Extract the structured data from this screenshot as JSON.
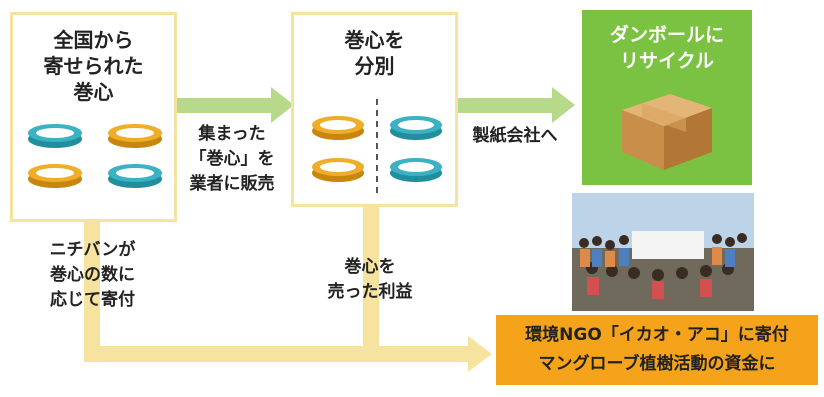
{
  "box1": {
    "title": "全国から\n寄せられた\n巻心"
  },
  "box2": {
    "title": "巻心を\n分別"
  },
  "arrow1_label": "集まった\n「巻心」を\n業者に販売",
  "arrow2_label": "製紙会社へ",
  "green": {
    "title": "ダンボールに\nリサイクル"
  },
  "left_label": "ニチバンが\n巻心の数に\n応じて寄付",
  "mid_label": "巻心を\n売った利益",
  "orange": {
    "text": "環境NGO「イカオ・アコ」に寄付\nマングローブ植樹活動の資金に"
  },
  "colors": {
    "border": "#f6e3a0",
    "arrow": "#b7d98a",
    "green": "#7cc242",
    "orange": "#f5a31a",
    "teal": "#1f8fa0",
    "gold": "#e8a21c",
    "yellow_line": "#f6e3a0"
  },
  "icons": [
    "tape-core-icon",
    "cardboard-box-icon",
    "arrow-right-icon",
    "divider-line"
  ]
}
